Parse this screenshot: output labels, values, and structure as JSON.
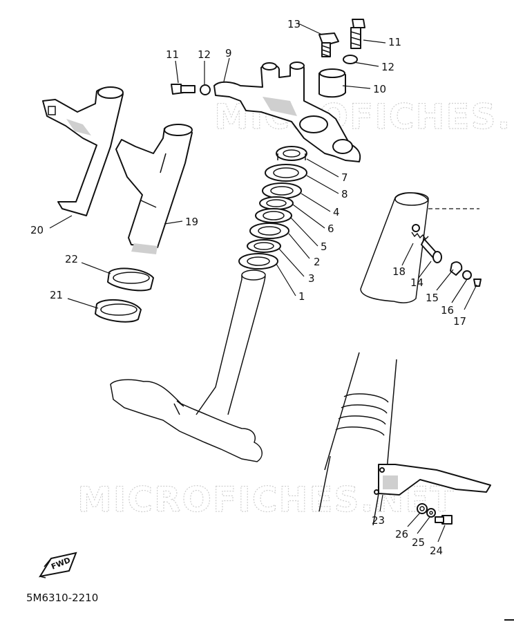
{
  "watermarks": [
    "MICROFICHES.NET",
    "MICROFICHES.NET"
  ],
  "callouts": {
    "c1": "1",
    "c2": "2",
    "c3": "3",
    "c4": "4",
    "c5": "5",
    "c6": "6",
    "c7": "7",
    "c8": "8",
    "c9": "9",
    "c10": "10",
    "c11a": "11",
    "c11b": "11",
    "c12a": "12",
    "c12b": "12",
    "c13": "13",
    "c14": "14",
    "c15": "15",
    "c16": "16",
    "c17": "17",
    "c18": "18",
    "c19": "19",
    "c20": "20",
    "c21": "21",
    "c22": "22",
    "c23": "23",
    "c24": "24",
    "c25": "25",
    "c26": "26"
  },
  "fwd_badge": "FWD",
  "reference_code": "5M6310-2210"
}
